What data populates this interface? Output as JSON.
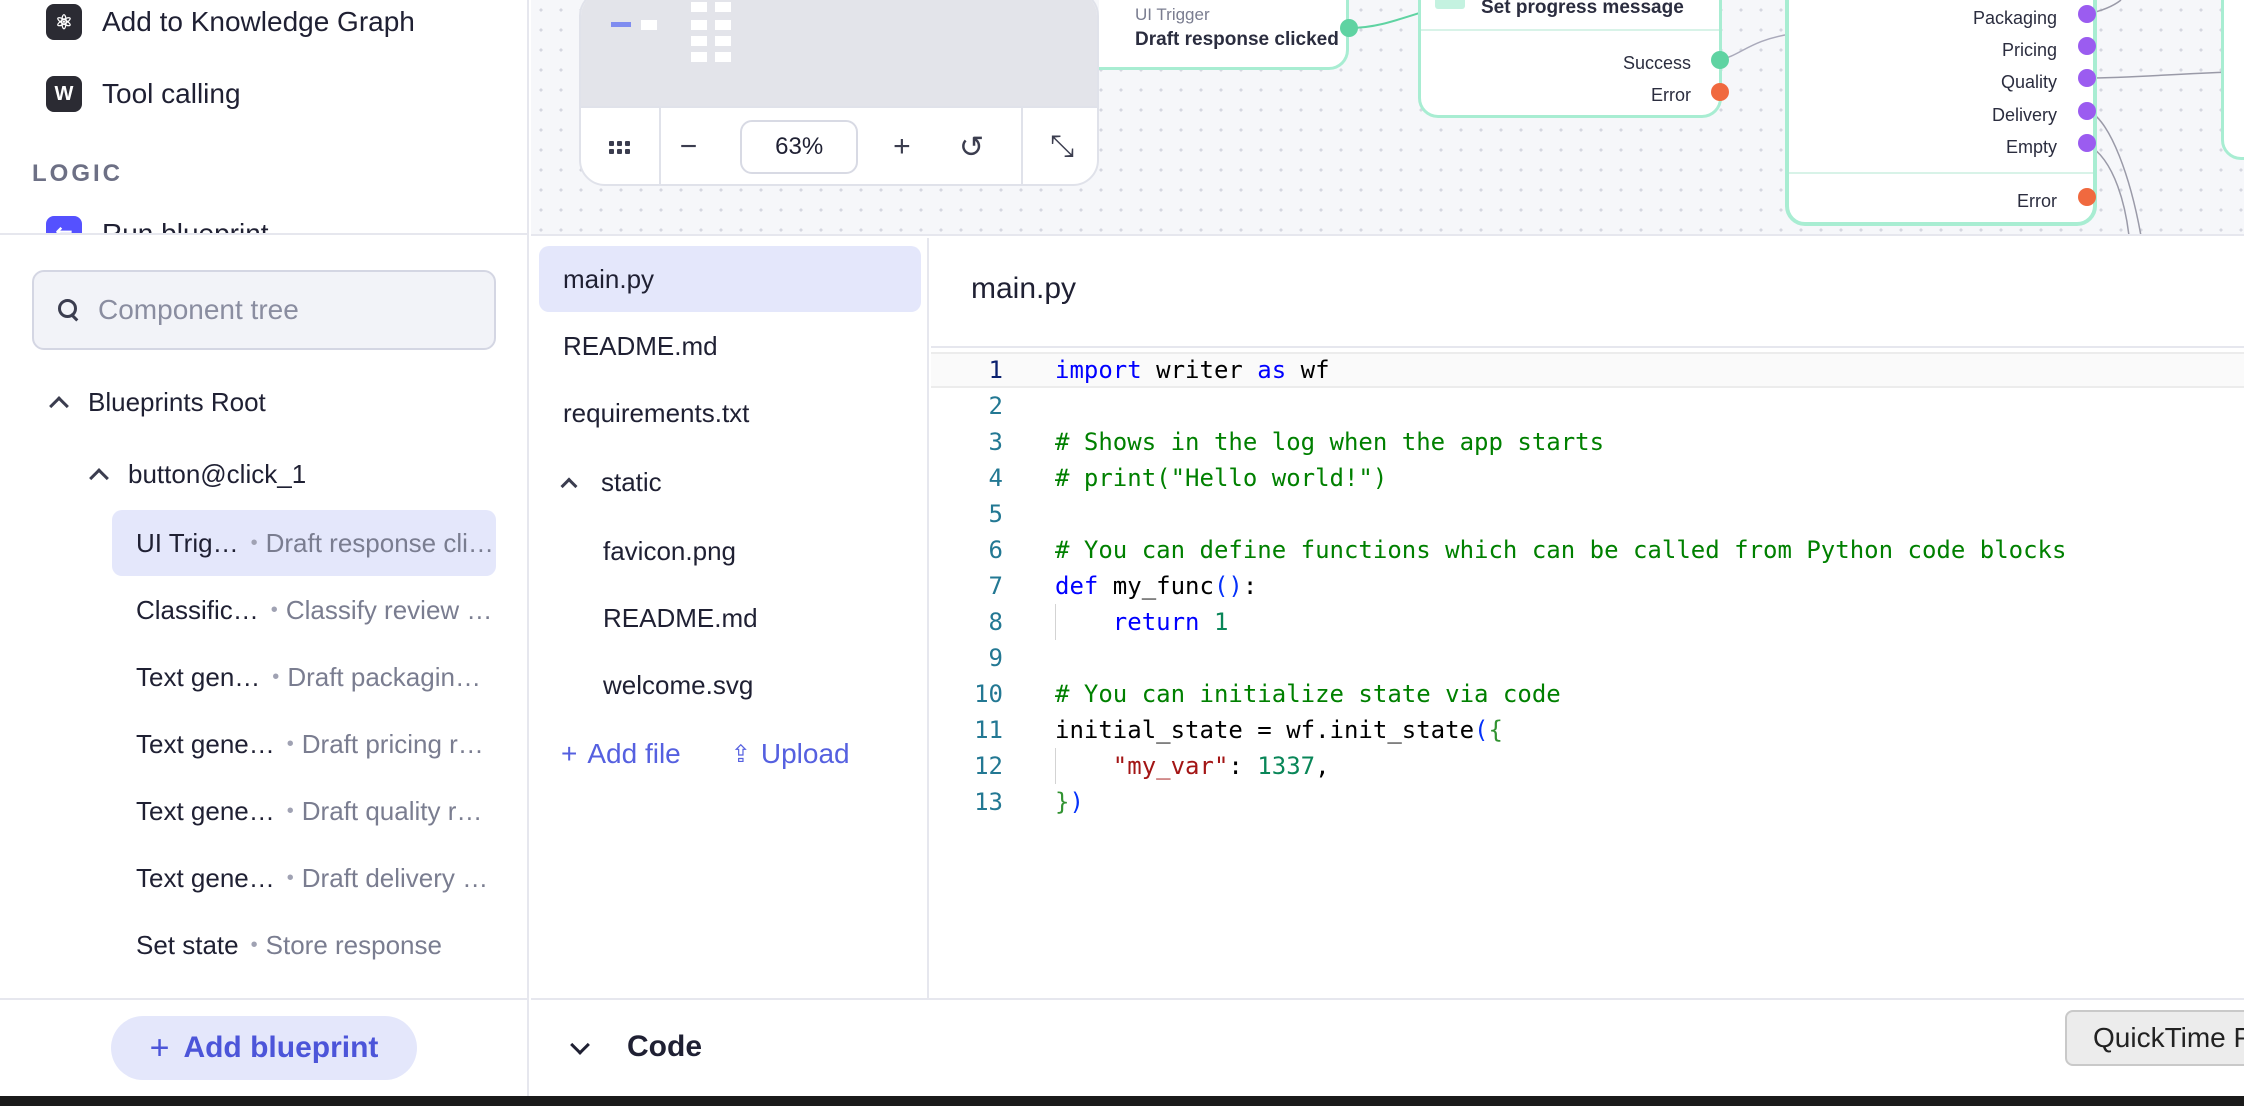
{
  "library": {
    "items": [
      {
        "label": "Add to Knowledge Graph",
        "icon": "knowledge-graph-icon"
      },
      {
        "label": "Tool calling",
        "icon": "writer-logo-icon"
      }
    ],
    "section_label": "LOGIC",
    "partial_item": {
      "label": "Run blueprint",
      "icon": "run-blueprint-icon"
    }
  },
  "search": {
    "placeholder": "Component tree"
  },
  "tree": {
    "root_label": "Blueprints Root",
    "blueprint_label": "button@click_1",
    "nodes": [
      {
        "type": "UI Trig…",
        "desc": "Draft response cli…",
        "active": true
      },
      {
        "type": "Classific…",
        "desc": "Classify review …"
      },
      {
        "type": "Text gen…",
        "desc": "Draft packagin…"
      },
      {
        "type": "Text gene…",
        "desc": "Draft pricing r…"
      },
      {
        "type": "Text gene…",
        "desc": "Draft quality r…"
      },
      {
        "type": "Text gene…",
        "desc": "Draft delivery r…"
      },
      {
        "type": "Set state",
        "desc": "Store response"
      }
    ]
  },
  "add_blueprint": {
    "label": "Add blueprint"
  },
  "canvas": {
    "zoom": "63%",
    "trigger_node": {
      "kind": "UI Trigger",
      "title": "Draft response clicked"
    },
    "progress_node": {
      "title": "Set progress message",
      "outputs": [
        "Success",
        "Error"
      ]
    },
    "classify_node": {
      "outputs": [
        "Packaging",
        "Pricing",
        "Quality",
        "Delivery",
        "Empty",
        "Error"
      ]
    }
  },
  "files": {
    "items": [
      "main.py",
      "README.md",
      "requirements.txt"
    ],
    "folder": "static",
    "folder_items": [
      "favicon.png",
      "README.md",
      "welcome.svg"
    ],
    "add_file_label": "Add file",
    "upload_label": "Upload"
  },
  "editor": {
    "title": "main.py",
    "line_numbers": [
      "1",
      "2",
      "3",
      "4",
      "5",
      "6",
      "7",
      "8",
      "9",
      "10",
      "11",
      "12",
      "13"
    ]
  },
  "bottom": {
    "panel_label": "Code"
  },
  "tooltip": {
    "text": "QuickTime P"
  },
  "colors": {
    "accent": "#5551ff",
    "node_border": "#a8edd2",
    "success_port": "#5fd3a2",
    "error_port": "#f0693f",
    "route_port": "#9b5cf0"
  }
}
